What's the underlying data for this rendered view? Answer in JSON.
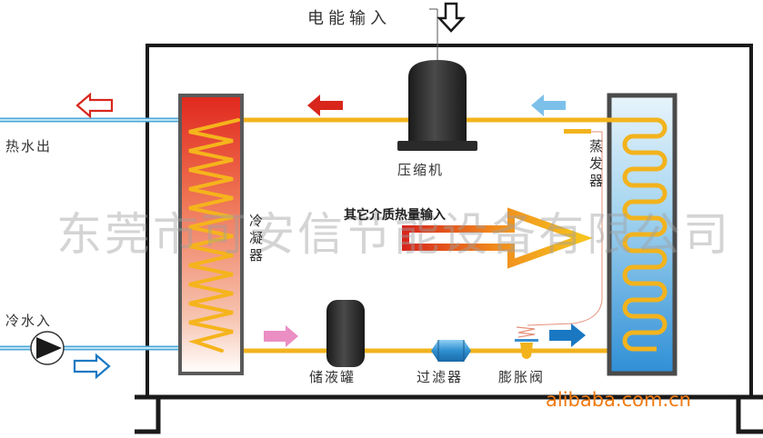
{
  "title": "空气能热泵热水器工作原理图",
  "labels": {
    "power_input": "电能输入",
    "hot_water_out": "热水出",
    "cold_water_in": "冷水入",
    "compressor": "压缩机",
    "condenser": "冷凝器",
    "evaporator": "蒸发器",
    "other_heat_input": "其它介质热量输入",
    "receiver_tank": "储液罐",
    "filter": "过滤器",
    "expansion_valve": "膨胀阀"
  },
  "watermark": "东莞市可安信节能设备有限公司",
  "site": "alibaba.com.cn",
  "colors": {
    "refrigerant_pipe": "#f2b31d",
    "water_pipe": "#4aa8d8",
    "hot_arrow": "#d8261c",
    "cold_arrow_light": "#7cc0ea",
    "cold_arrow_dark": "#1a78c2",
    "pink_arrow": "#ea8ec4",
    "frame": "#1a1a1a",
    "site_text": "#f07a12"
  },
  "icons": {
    "power_arrow": "hollow-down-arrow",
    "hot_water_arrow": "hollow-left-arrow",
    "cold_water_arrow": "hollow-right-arrow",
    "pump": "pump-symbol"
  }
}
